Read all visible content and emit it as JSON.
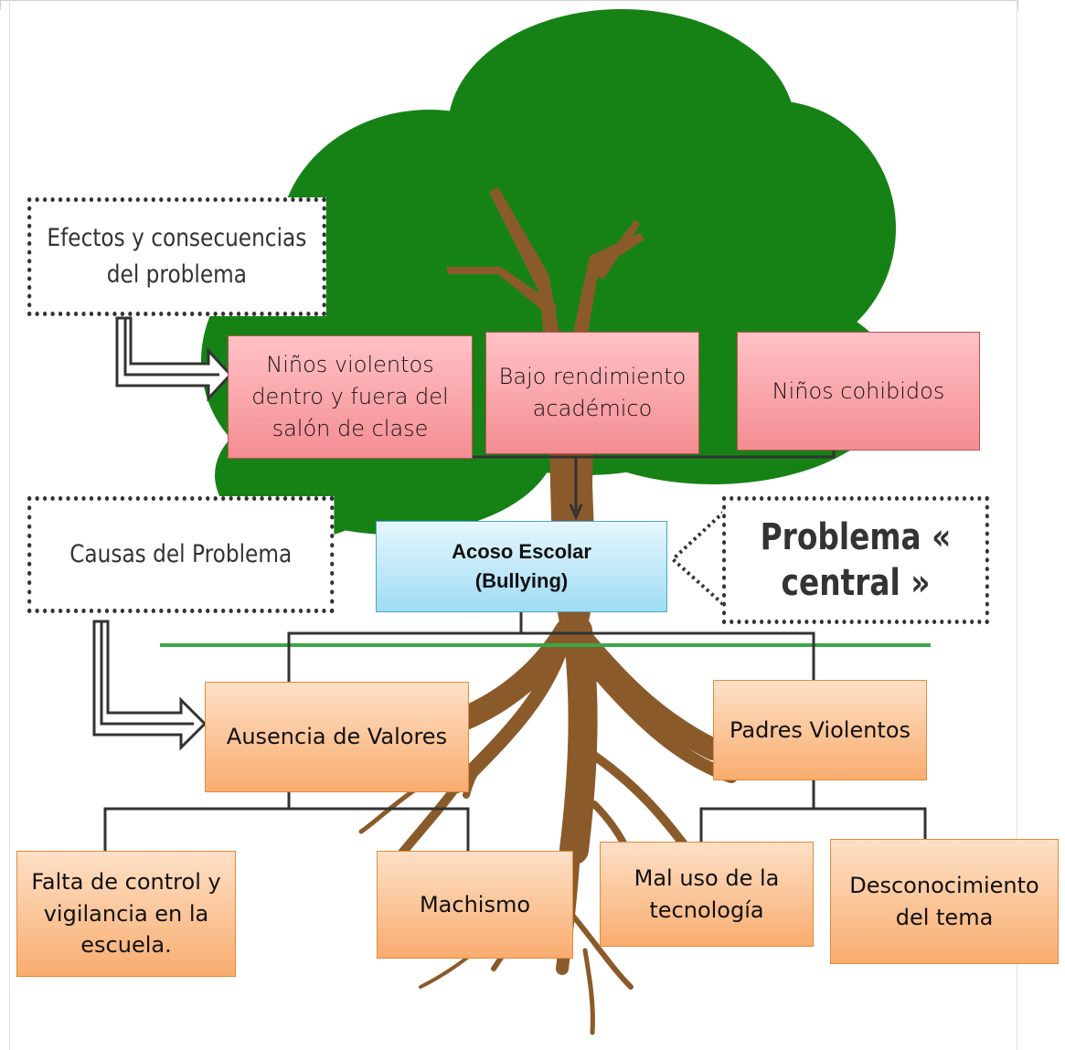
{
  "labels": {
    "effects_note": "Efectos y consecuencias del problema",
    "causes_note": "Causas del Problema",
    "central_note": "Problema « central »"
  },
  "central": {
    "line1": "Acoso Escolar",
    "line2": "(Bullying)"
  },
  "effects": [
    "Niños violentos dentro y fuera del salón de clase",
    "Bajo rendimiento académico",
    "Niños cohibidos"
  ],
  "causes": [
    "Ausencia de Valores",
    "Padres Violentos"
  ],
  "subcauses": [
    "Falta de control y vigilancia en la escuela.",
    "Machismo",
    "Mal uso de la tecnología",
    "Desconocimiento del tema"
  ],
  "colors": {
    "foliage": "#168216",
    "trunk": "#8b5a2b",
    "effect_fill": "#f7a4a8",
    "cause_fill": "#fbc496",
    "central_fill": "#bfe9fa",
    "ground_line": "#3aa84a"
  }
}
